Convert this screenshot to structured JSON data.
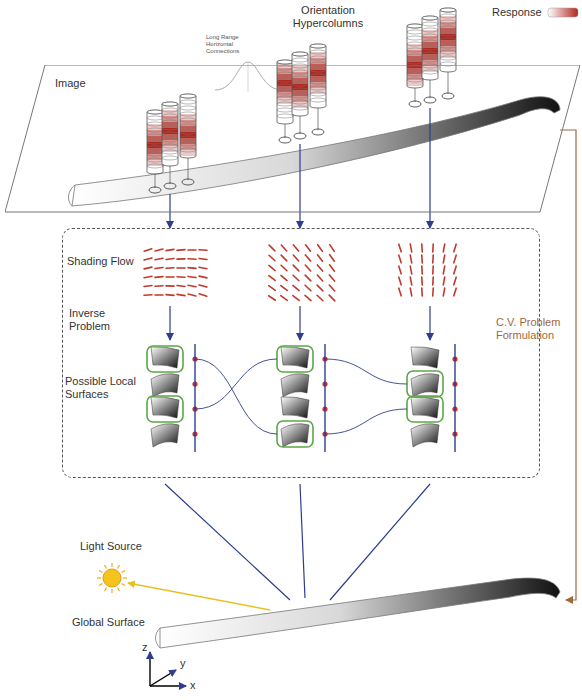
{
  "diagram": {
    "nodes": [
      {
        "text": [
          "Image"
        ]
      },
      {
        "text": [
          "Shading Flow",
          "Inverse Problem",
          "Possible Local Surfaces"
        ]
      }
    ],
    "edges": [
      {
        "from": 0,
        "to": 1,
        "arrow": "to"
      },
      {
        "from": 0,
        "to": 1,
        "arrow": "to"
      },
      {
        "from": 0,
        "to": 1,
        "arrow": "to"
      }
    ],
    "labels": [
      "Orientation Hypercolumns",
      "Response",
      "Long Range Horizontal Connections",
      "C.V. Problem Formulation",
      "Light Source",
      "Global Surface",
      "z",
      "y",
      "x"
    ]
  }
}
